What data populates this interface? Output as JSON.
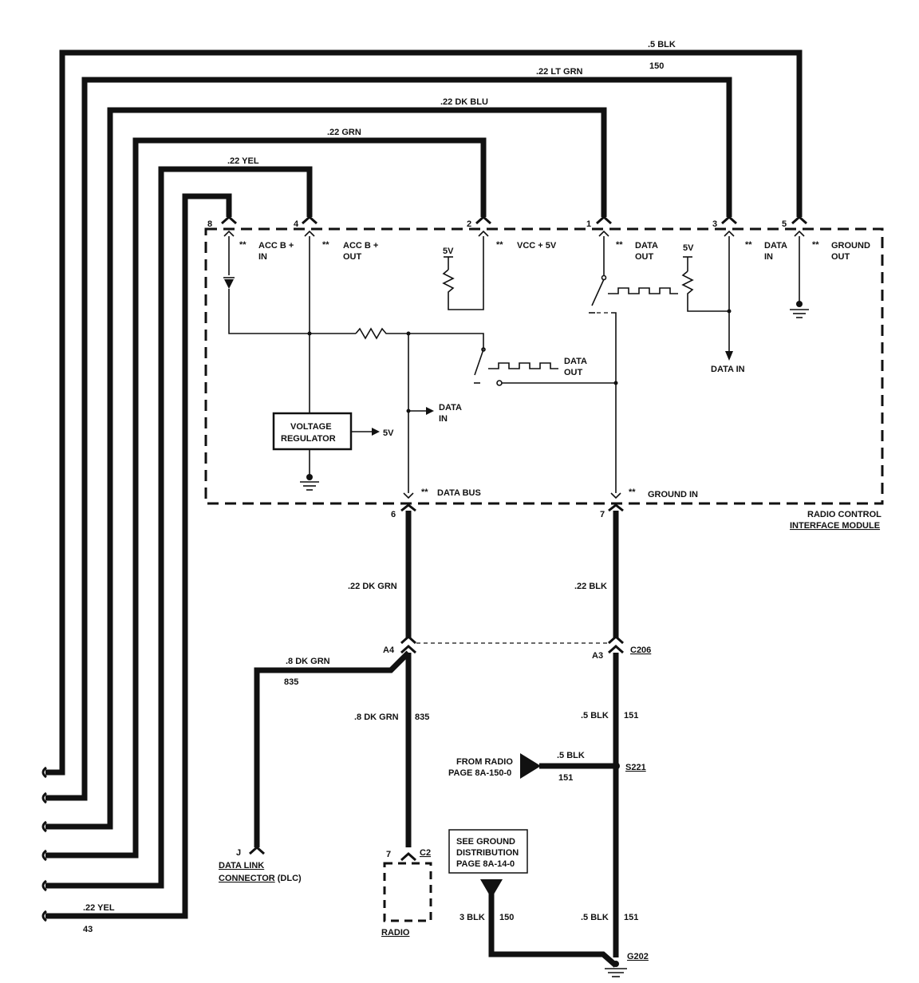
{
  "harness_wires": {
    "w5": {
      "label": ".5 BLK",
      "circuit": "150"
    },
    "w3": {
      "label": ".22 LT GRN"
    },
    "w1": {
      "label": ".22 DK BLU"
    },
    "w2": {
      "label": ".22 GRN"
    },
    "w4": {
      "label": ".22 YEL"
    },
    "w8": {
      "label": ".22 YEL",
      "circuit": "43"
    }
  },
  "pins": {
    "p8": "8",
    "p4": "4",
    "p2": "2",
    "p1": "1",
    "p3": "3",
    "p5": "5",
    "p6": "6",
    "p7": "7"
  },
  "pin_functions": {
    "p8": {
      "stars": "**",
      "line1": "ACC B +",
      "line2": "IN"
    },
    "p4": {
      "stars": "**",
      "line1": "ACC B +",
      "line2": "OUT"
    },
    "p2": {
      "stars": "**",
      "line1": "VCC + 5V"
    },
    "p1": {
      "stars": "**",
      "line1": "DATA",
      "line2": "OUT"
    },
    "p3": {
      "stars": "**",
      "line1": "DATA",
      "line2": "IN"
    },
    "p5": {
      "stars": "**",
      "line1": "GROUND",
      "line2": "OUT"
    },
    "p6": {
      "stars": "**",
      "line1": "DATA BUS"
    },
    "p7": {
      "stars": "**",
      "line1": "GROUND IN"
    }
  },
  "internal": {
    "v5_a": "5V",
    "v5_b": "5V",
    "regulator_line1": "VOLTAGE",
    "regulator_line2": "REGULATOR",
    "regulator_out": "5V",
    "data_in_right": "DATA IN",
    "data_in_mid_1": "DATA",
    "data_in_mid_2": "IN",
    "data_out_mid_1": "DATA",
    "data_out_mid_2": "OUT"
  },
  "module": {
    "line1": "RADIO CONTROL",
    "line2": "INTERFACE MODULE"
  },
  "lower_wires": {
    "pin6_wire": ".22 DK GRN",
    "pin7_wire": ".22 BLK",
    "a4": "A4",
    "a3": "A3",
    "c206": "C206",
    "dlc_wire": ".8 DK GRN",
    "dlc_circuit": "835",
    "radio_wire": ".8 DK GRN",
    "radio_circuit": "835",
    "ground_wire": ".5 BLK",
    "ground_circuit": "151",
    "splice_wire": ".5 BLK",
    "splice_circuit": "151",
    "splice": "S221",
    "from_radio_1": "FROM RADIO",
    "from_radio_2": "PAGE 8A-150-0",
    "see_ground_1": "SEE GROUND",
    "see_ground_2": "DISTRIBUTION",
    "see_ground_3": "PAGE 8A-14-0",
    "g_wire_left": "3 BLK",
    "g_circuit_left": "150",
    "g_wire_right": ".5 BLK",
    "g_circuit_right": "151",
    "g202": "G202"
  },
  "dlc": {
    "pin": "J",
    "line1": "DATA LINK",
    "line2_u": "CONNECTOR",
    "line2_rest": " (DLC)"
  },
  "radio": {
    "pin": "7",
    "conn": "C2",
    "label": "RADIO"
  }
}
